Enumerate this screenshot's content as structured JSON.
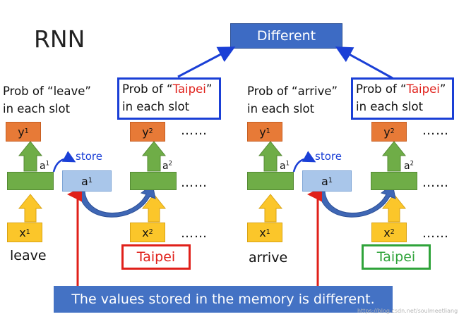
{
  "title": "RNN",
  "different_label": "Different",
  "left": {
    "prob1": {
      "before": "Prob of “leave”",
      "after": "",
      "red": "",
      "line2": "in each slot"
    },
    "prob2": {
      "before": "Prob of “",
      "red": "Taipei",
      "after": "”",
      "line2": "in each slot"
    },
    "y1": {
      "base": "y",
      "sup": "1"
    },
    "y2": {
      "base": "y",
      "sup": "2"
    },
    "a1_label": {
      "base": "a",
      "sup": "1"
    },
    "a2_label": {
      "base": "a",
      "sup": "2"
    },
    "store": "store",
    "mem": {
      "base": "a",
      "sup": "1"
    },
    "x1": {
      "base": "x",
      "sup": "1"
    },
    "x2": {
      "base": "x",
      "sup": "2"
    },
    "word1": "leave",
    "word2": "Taipei",
    "word2_color": "#e0201a"
  },
  "right": {
    "prob1": {
      "before": "Prob of “arrive”",
      "after": "",
      "red": "",
      "line2": "in each slot"
    },
    "prob2": {
      "before": "Prob of “",
      "red": "Taipei",
      "after": "”",
      "line2": "in each slot"
    },
    "y1": {
      "base": "y",
      "sup": "1"
    },
    "y2": {
      "base": "y",
      "sup": "2"
    },
    "a1_label": {
      "base": "a",
      "sup": "1"
    },
    "a2_label": {
      "base": "a",
      "sup": "2"
    },
    "store": "store",
    "mem": {
      "base": "a",
      "sup": "1"
    },
    "x1": {
      "base": "x",
      "sup": "1"
    },
    "x2": {
      "base": "x",
      "sup": "2"
    },
    "word1": "arrive",
    "word2": "Taipei",
    "word2_color": "#2fa33a"
  },
  "dots": "……",
  "banner": "The values stored in the memory is different.",
  "watermark": "https://blog.csdn.net/soulmeetliang",
  "colors": {
    "blue_frame": "#1a3fd6",
    "red_arrow": "#e0201a",
    "orange": "#e77a37",
    "green": "#6fad47",
    "yellow": "#fbc62a",
    "memory": "#a9c6ea",
    "banner": "#4472c4"
  }
}
